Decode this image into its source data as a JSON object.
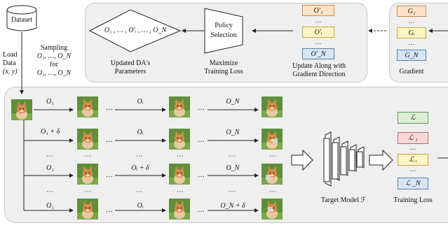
{
  "dataset": {
    "label": "Dataset"
  },
  "load_label": [
    "Load",
    "Data",
    "(x, y)"
  ],
  "sampling_label": [
    "Sampling",
    "O₁, …, O_N",
    "for",
    "O₁, …, O_N"
  ],
  "top_panel": {
    "diamond_text": "O₁ , … , O′ᵢ , … , O_N",
    "diamond_caption": [
      "Updated DA's",
      "Parameters"
    ],
    "policy_label": [
      "Policy",
      "Selection"
    ],
    "policy_caption": [
      "Maximize",
      "Training Loss"
    ],
    "param_boxes": [
      "O′₁",
      "…",
      "O′ᵢ",
      "…",
      "O′_N"
    ],
    "param_caption": [
      "Update Along with",
      "Gradient Direction"
    ]
  },
  "gradient_panel": {
    "boxes": [
      "G₁",
      "…",
      "Gᵢ",
      "…",
      "G_N"
    ],
    "caption": "Gradient"
  },
  "rows": [
    {
      "l1": "O₁",
      "l2": "Oᵢ",
      "l3": "O_N"
    },
    {
      "l1": "O₁ + δ",
      "l2": "Oᵢ",
      "l3": "O_N"
    },
    {
      "l1": "O₁",
      "l2": "Oᵢ + δ",
      "l3": "O_N"
    },
    {
      "l1": "O₁",
      "l2": "Oᵢ",
      "l3": "O_N + δ"
    }
  ],
  "ellipsis": "…",
  "vdots": "⋯",
  "model_label": "Target Model ℱ",
  "loss_boxes": [
    "ℒ",
    "ℒ ₁",
    "…",
    "ℒ ᵢ",
    "…",
    "ℒ _N"
  ],
  "loss_caption": "Training Loss",
  "colors": {
    "panel": "#efefef",
    "param_orange": "#fde3c8",
    "param_yellow": "#fff5c2",
    "param_blue": "#d7e6f6",
    "loss_green": "#dcefd4",
    "loss_pink": "#f8d8d8"
  }
}
